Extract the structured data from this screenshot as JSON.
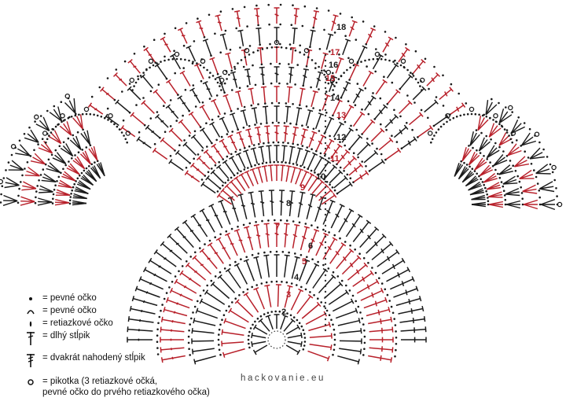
{
  "diagram": {
    "colors": {
      "black": "#1a1a1a",
      "red": "#b8202a",
      "grid": "#333333"
    },
    "row_numbers": [
      "2",
      "3",
      "4",
      "5",
      "6",
      "7",
      "8",
      "9",
      "10",
      "11",
      "12",
      "13",
      "14",
      "15",
      "16",
      "17",
      "18"
    ],
    "row_colors": [
      "black",
      "red",
      "black",
      "red",
      "black",
      "red",
      "black",
      "red",
      "black",
      "red",
      "black",
      "red",
      "black",
      "red",
      "black",
      "red",
      "black"
    ]
  },
  "legend": {
    "items": [
      {
        "icon": "dot-icon",
        "text": "= pevné očko"
      },
      {
        "icon": "arc-icon",
        "text": "= pevné očko"
      },
      {
        "icon": "chain-icon",
        "text": "= retiazkové očko"
      },
      {
        "icon": "treble-icon",
        "text": "= dlhý stĺpik"
      },
      {
        "icon": "double-treble-icon",
        "text": "= dvakrát nahodený stĺpik"
      }
    ],
    "picot": {
      "icon": "picot-icon",
      "line1": "= pikotka (3 retiazkové očká,",
      "line2": "pevné očko do prvého retiazkového očka)"
    }
  },
  "watermark": "hackovanie.eu"
}
